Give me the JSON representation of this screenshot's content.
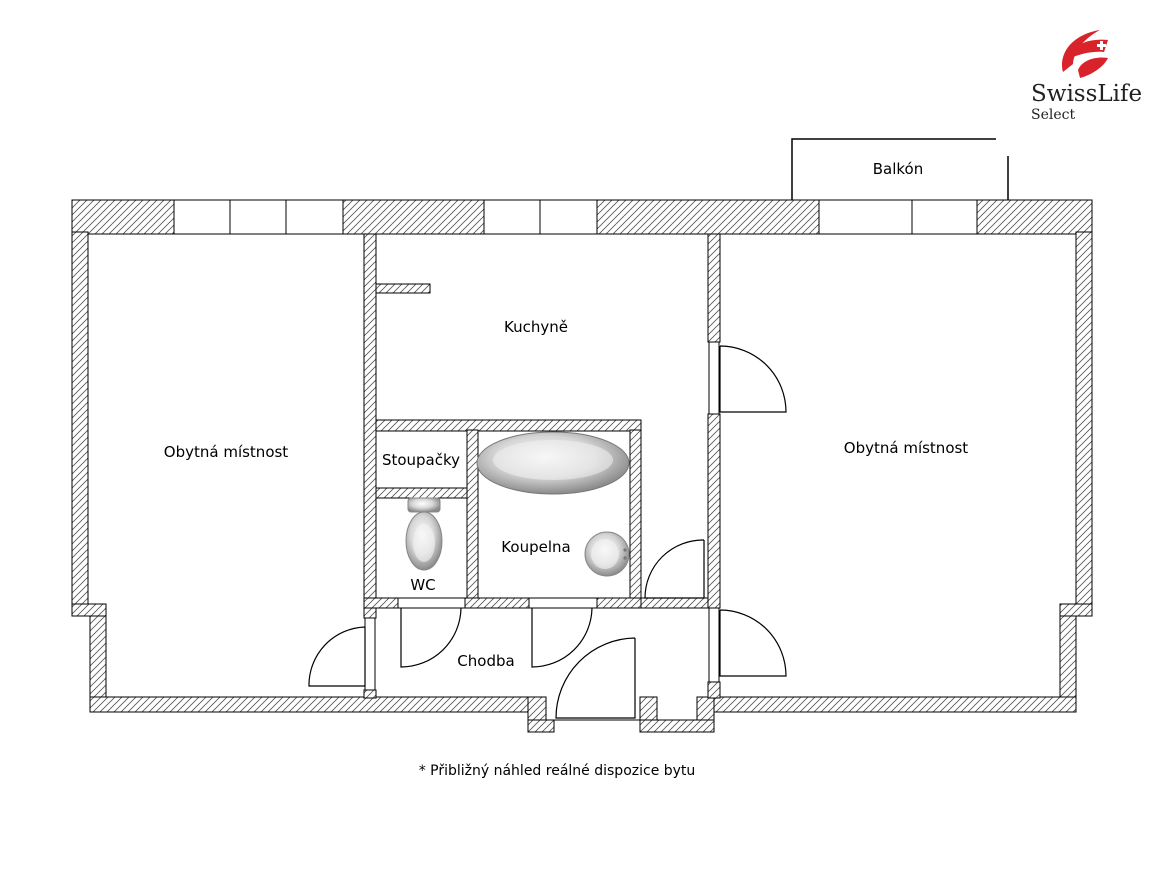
{
  "brand": {
    "name": "SwissLife",
    "subtitle": "Select",
    "color": "#d8232a"
  },
  "rooms": {
    "balcony": "Balkón",
    "kitchen": "Kuchyně",
    "living_left": "Obytná místnost",
    "living_right": "Obytná místnost",
    "risers": "Stoupačky",
    "bathroom": "Koupelna",
    "wc": "WC",
    "hallway": "Chodba"
  },
  "footnote": "* Přibližný náhled reálné dispozice bytu"
}
